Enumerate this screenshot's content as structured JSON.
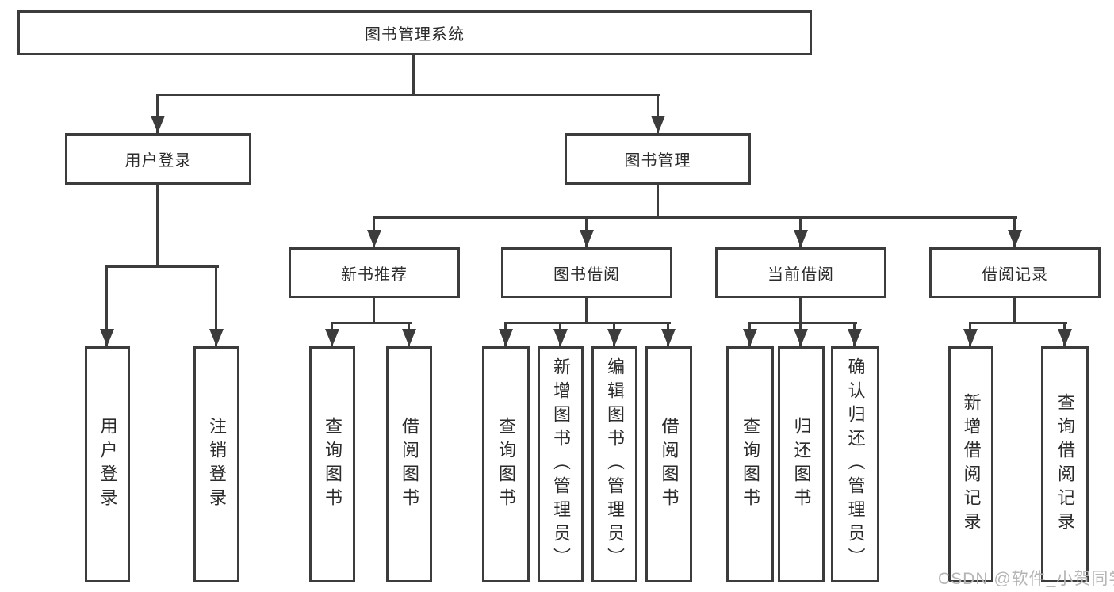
{
  "diagram": {
    "title": "图书管理系统",
    "type": "hierarchy-diagram",
    "colors": {
      "line": "#3c3c3c",
      "text": "#2b2b2b",
      "watermark": "#b5b5b5",
      "background": "#ffffff"
    },
    "tree": {
      "root": "图书管理系统",
      "children": [
        {
          "label": "用户登录",
          "children": [
            "用户登录",
            "注销登录"
          ]
        },
        {
          "label": "图书管理",
          "children": [
            {
              "label": "新书推荐",
              "children": [
                "查询图书",
                "借阅图书"
              ]
            },
            {
              "label": "图书借阅",
              "children": [
                "查询图书",
                "新增图书（管理员）",
                "编辑图书（管理员）",
                "借阅图书"
              ]
            },
            {
              "label": "当前借阅",
              "children": [
                "查询图书",
                "归还图书",
                "确认归还（管理员）"
              ]
            },
            {
              "label": "借阅记录",
              "children": [
                "新增借阅记录",
                "查询借阅记录"
              ]
            }
          ]
        }
      ]
    },
    "watermark": "CSDN @软件_小贺同学"
  }
}
